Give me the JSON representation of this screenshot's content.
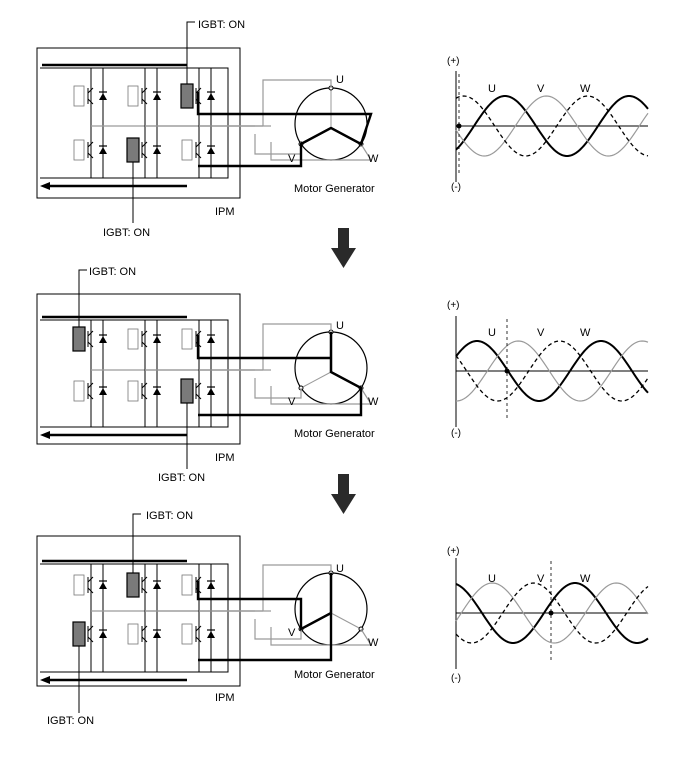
{
  "colors": {
    "line": "#000000",
    "grey": "#9a9a9a",
    "igbt_on": "#7a7a7a",
    "background": "#ffffff"
  },
  "arrow_icon": "down-arrow-icon",
  "stages": [
    {
      "on_top_phase": "W",
      "on_bottom_phase": "V",
      "labels": {
        "igbt_top": "IGBT: ON",
        "igbt_bottom": "IGBT: ON",
        "ipm": "IPM",
        "motor": "Motor Generator",
        "u": "U",
        "v": "V",
        "w": "W"
      },
      "wave": {
        "plus": "(+)",
        "minus": "(-)",
        "u": "U",
        "v": "V",
        "w": "W"
      }
    },
    {
      "on_top_phase": "U",
      "on_bottom_phase": "W",
      "labels": {
        "igbt_top": "IGBT: ON",
        "igbt_bottom": "IGBT: ON",
        "ipm": "IPM",
        "motor": "Motor Generator",
        "u": "U",
        "v": "V",
        "w": "W"
      },
      "wave": {
        "plus": "(+)",
        "minus": "(-)",
        "u": "U",
        "v": "V",
        "w": "W"
      }
    },
    {
      "on_top_phase": "V",
      "on_bottom_phase": "U",
      "labels": {
        "igbt_top": "IGBT: ON",
        "igbt_bottom": "IGBT: ON",
        "ipm": "IPM",
        "motor": "Motor Generator",
        "u": "U",
        "v": "V",
        "w": "W"
      },
      "wave": {
        "plus": "(+)",
        "minus": "(-)",
        "u": "U",
        "v": "V",
        "w": "W"
      }
    }
  ]
}
